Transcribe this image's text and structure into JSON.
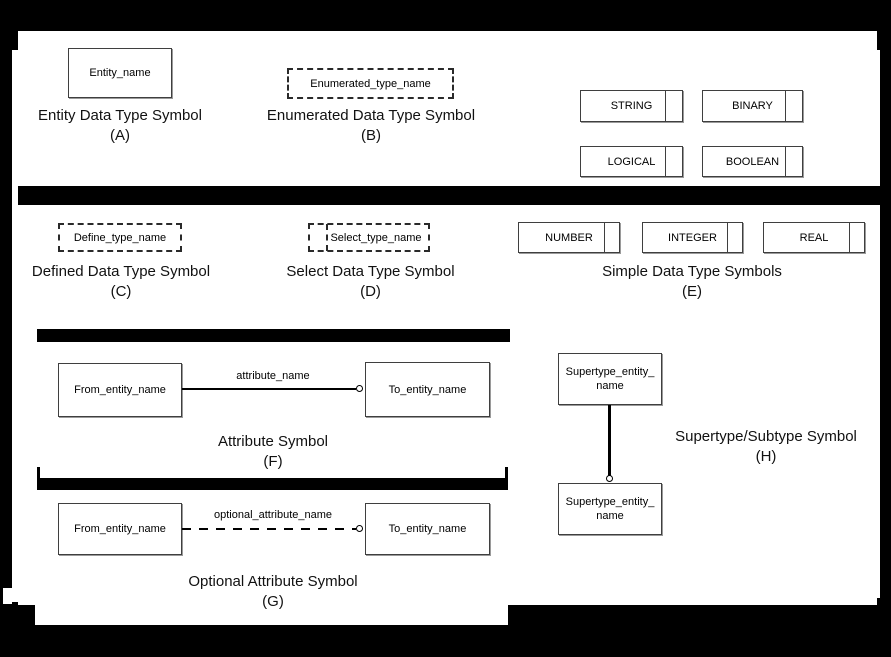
{
  "colors": {
    "canvas": "#000000",
    "panel": "#ffffff",
    "bar": "#000000"
  },
  "top": {
    "entity": {
      "box": "Entity_name",
      "caption": "Entity Data Type Symbol",
      "tag": "(A)"
    },
    "enumerated": {
      "box": "Enumerated_type_name",
      "caption": "Enumerated Data Type Symbol",
      "tag": "(B)"
    },
    "types": {
      "string": "STRING",
      "binary": "BINARY",
      "logical": "LOGICAL",
      "boolean": "BOOLEAN"
    }
  },
  "middle": {
    "defined": {
      "box": "Define_type_name",
      "caption": "Defined Data Type Symbol",
      "tag": "(C)"
    },
    "select": {
      "box": "Select_type_name",
      "caption": "Select Data Type Symbol",
      "tag": "(D)"
    },
    "simple": {
      "number": "NUMBER",
      "integer": "INTEGER",
      "real": "REAL",
      "caption": "Simple Data Type Symbols",
      "tag": "(E)"
    }
  },
  "attribute": {
    "from": "From_entity_name",
    "name": "attribute_name",
    "to": "To_entity_name",
    "caption": "Attribute Symbol",
    "tag": "(F)"
  },
  "optional": {
    "from": "From_entity_name",
    "name": "optional_attribute_name",
    "to": "To_entity_name",
    "caption": "Optional Attribute Symbol",
    "tag": "(G)"
  },
  "supertype": {
    "top_box": "Supertype_entity_\nname",
    "bottom_box": "Supertype_entity_\nname",
    "caption": "Supertype/Subtype Symbol",
    "tag": "(H)"
  }
}
